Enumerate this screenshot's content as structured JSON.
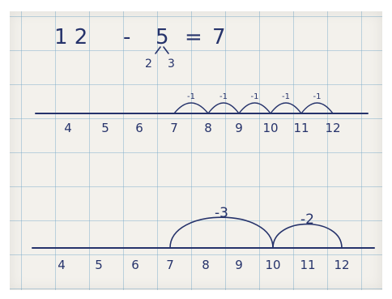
{
  "equation": {
    "a": "1 2",
    "op": "-",
    "b": "5",
    "eq": "=",
    "result": "7",
    "split_left": "2",
    "split_right": "3"
  },
  "line1": {
    "ticks": [
      "4",
      "5",
      "6",
      "7",
      "8",
      "9",
      "10",
      "11",
      "12"
    ],
    "jumps": [
      "-1",
      "-1",
      "-1",
      "-1",
      "-1"
    ]
  },
  "line2": {
    "ticks": [
      "4",
      "5",
      "6",
      "7",
      "8",
      "9",
      "10",
      "11",
      "12"
    ],
    "jumps": [
      "-3",
      "-2"
    ]
  },
  "colors": {
    "ink": "#26336b",
    "grid": "#78aac8",
    "paper": "#f3f1ec"
  }
}
